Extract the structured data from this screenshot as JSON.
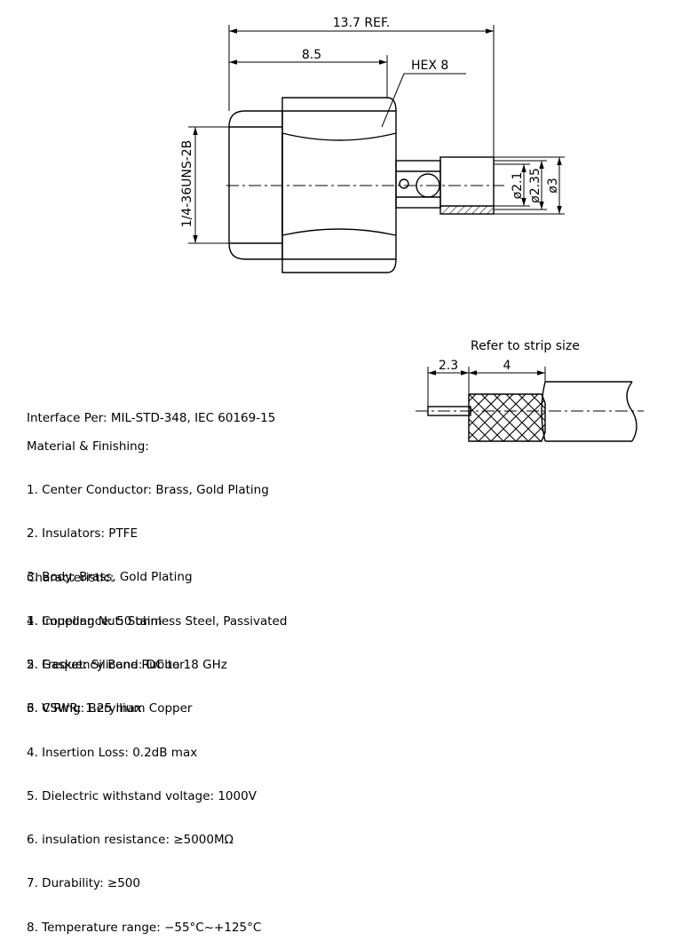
{
  "dimensions": {
    "overall": "13.7 REF.",
    "body_length": "8.5",
    "hex": "HEX 8",
    "thread": "1/4-36UNS-2B",
    "d1": "ø2.1",
    "d2": "ø2.35",
    "d3": "ø3"
  },
  "strip": {
    "title": "Refer to strip size",
    "dim_a": "2.3",
    "dim_b": "4"
  },
  "interface": "Interface Per: MIL-STD-348, IEC 60169-15",
  "material": {
    "heading": "Material & Finishing:",
    "items": [
      "1. Center Conductor: Brass, Gold Plating",
      "2. Insulators: PTFE",
      "3. Body: Brass, Gold Plating",
      "4. Coupling Nut: Stainless Steel, Passivated",
      "5. Gasket: Silicone Rubber",
      "6. C'Ring: Beryllium Copper"
    ]
  },
  "characteristic": {
    "heading": "Characteristic:",
    "items": [
      "1. Impedance: 50 ohm",
      "2. Frequency Band: DC to 18 GHz",
      "3. VSWR: 1.25 max",
      "4. Insertion Loss: 0.2dB max",
      "5. Dielectric withstand voltage: 1000V",
      "6. insulation resistance: ≥5000MΩ",
      "7. Durability: ≥500",
      "8. Temperature range: −55°C~+125°C"
    ]
  }
}
